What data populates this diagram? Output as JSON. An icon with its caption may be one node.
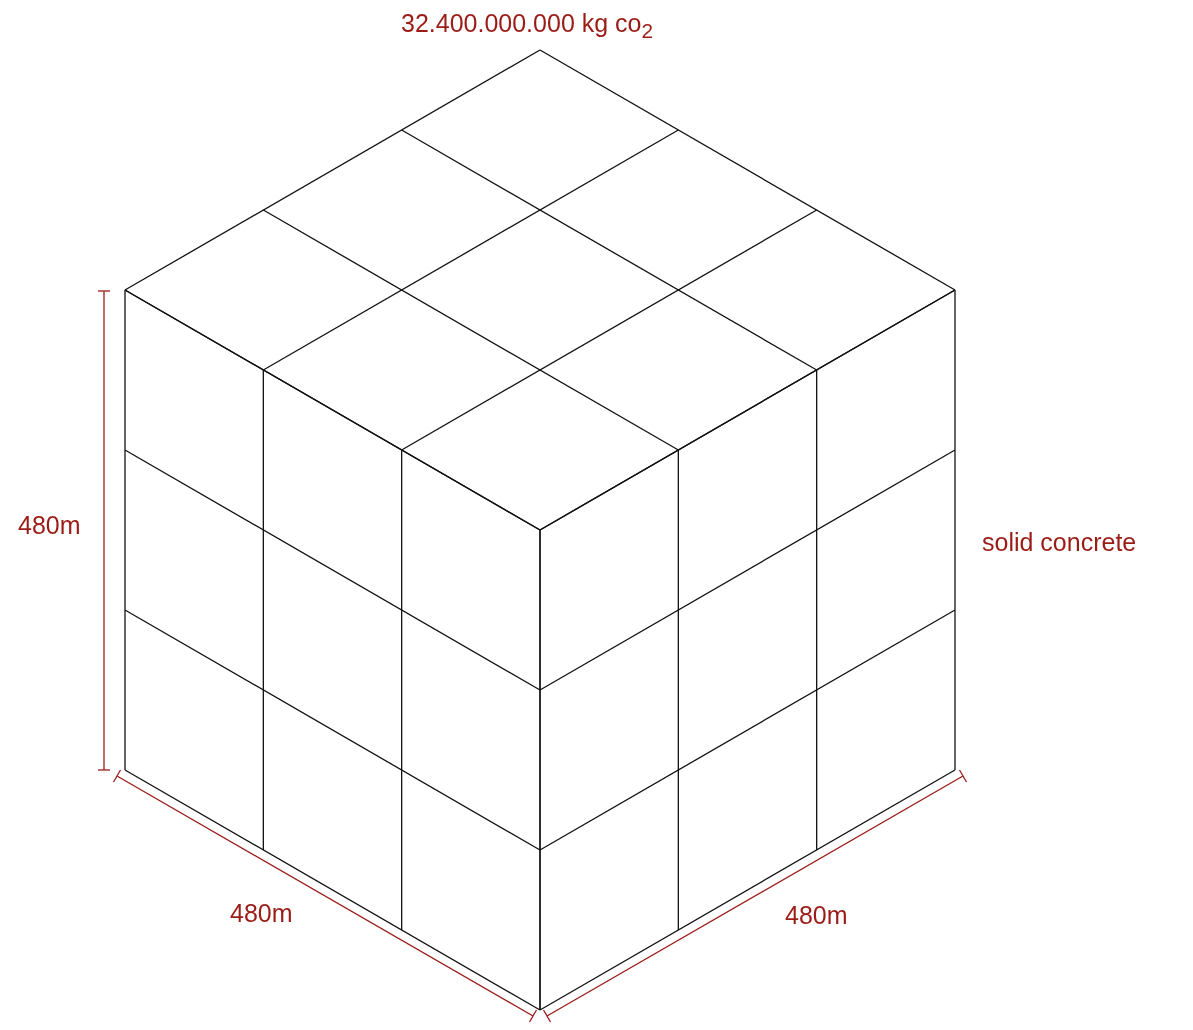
{
  "diagram": {
    "labels": [
      "32.400.000.000 kg co$_{2}$",
      "480m",
      "solid concrete",
      "480m",
      "480m"
    ]
  }
}
